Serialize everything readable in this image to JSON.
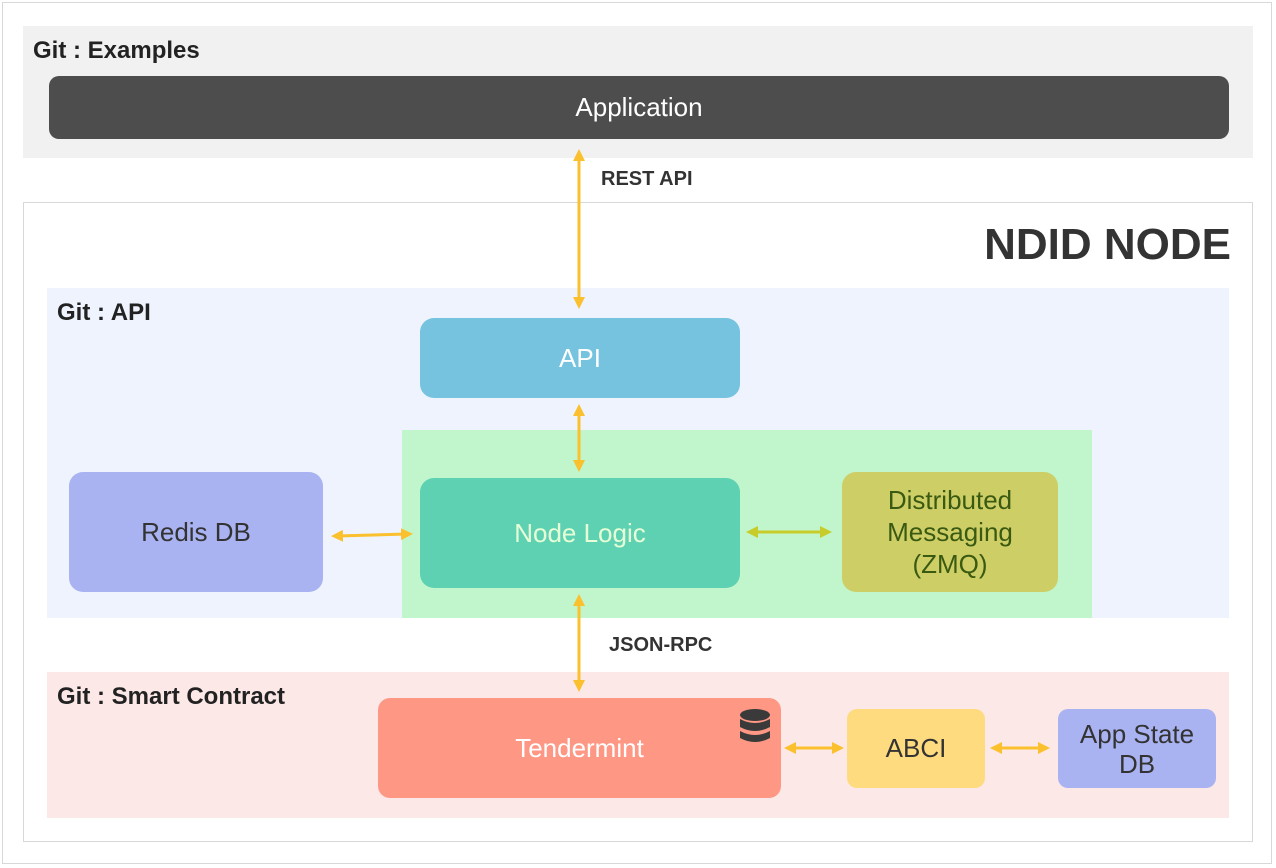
{
  "examples": {
    "section_label": "Git : Examples",
    "application_label": "Application"
  },
  "connections": {
    "rest_api_label": "REST API",
    "json_rpc_label": "JSON-RPC"
  },
  "node": {
    "title": "NDID NODE"
  },
  "api_section": {
    "section_label": "Git : API",
    "api_label": "API",
    "redis_label": "Redis DB",
    "node_logic_label": "Node Logic",
    "distributed_messaging_lines": [
      "Distributed",
      "Messaging",
      "(ZMQ)"
    ]
  },
  "contract_section": {
    "section_label": "Git : Smart Contract",
    "tendermint_label": "Tendermint",
    "abci_label": "ABCI",
    "app_state_lines": [
      "App State",
      "DB"
    ]
  },
  "colors": {
    "application": "#4d4d4d",
    "api": "#76c3df",
    "redis": "#aab3f1",
    "node_logic": "#5fd1b3",
    "node_logic_zone": "#c1f6cc",
    "distributed": "#cece66",
    "tendermint": "#fe9784",
    "abci": "#fedb7f",
    "app_state": "#aab3f1",
    "arrow_orange": "#fbc02d",
    "arrow_olive": "#c8cc2a",
    "api_zone": "#eef3fd",
    "contract_zone": "#fde8e8",
    "examples_zone": "#f1f1f1"
  }
}
